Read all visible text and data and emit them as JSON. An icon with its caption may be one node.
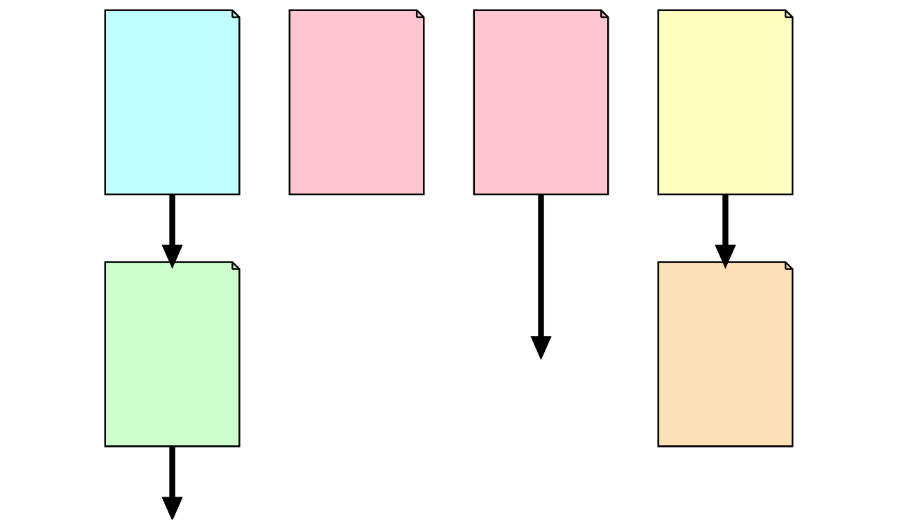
{
  "diagram": {
    "nodes": [
      {
        "text": [],
        "shape": "document"
      },
      {
        "text": [],
        "shape": "document"
      },
      {
        "text": [],
        "shape": "document"
      },
      {
        "text": [],
        "shape": "document"
      },
      {
        "text": [],
        "shape": "document"
      },
      {
        "text": [],
        "shape": "document"
      }
    ],
    "edges": [
      {
        "from": 0,
        "to": 1,
        "arrow": "to"
      },
      {
        "from": 1,
        "to": null,
        "arrow": "to"
      },
      {
        "from": 3,
        "to": null,
        "arrow": "to"
      },
      {
        "from": 4,
        "to": 5,
        "arrow": "to"
      }
    ]
  }
}
